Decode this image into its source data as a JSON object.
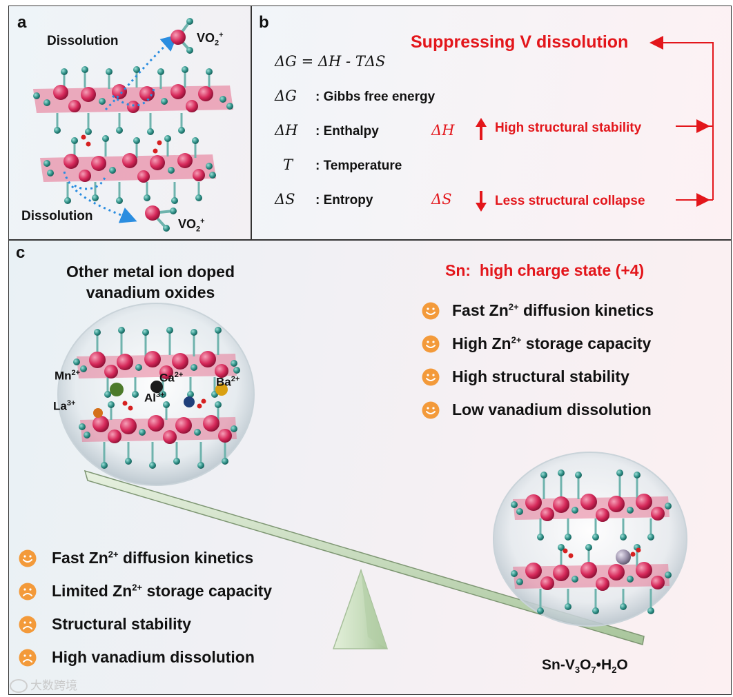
{
  "panel_a": {
    "label": "a",
    "dissolution_top": "Dissolution",
    "dissolution_bottom": "Dissolution",
    "species_top": "VO",
    "species_bottom": "VO",
    "species_sub": "2",
    "species_sup": "+"
  },
  "panel_b": {
    "label": "b",
    "title": "Suppressing V dissolution",
    "equation": "ΔG = ΔH - TΔS",
    "rows": [
      {
        "symbol": "ΔG",
        "desc": ": Gibbs free energy"
      },
      {
        "symbol": "ΔH",
        "desc": ": Enthalpy"
      },
      {
        "symbol": "T",
        "desc": ": Temperature"
      },
      {
        "symbol": "ΔS",
        "desc": ": Entropy"
      }
    ],
    "effect_h_symbol": "ΔH",
    "effect_h_text": "High structural stability",
    "effect_s_symbol": "ΔS",
    "effect_s_text": "Less structural collapse"
  },
  "panel_c": {
    "label": "c",
    "left_title_line1": "Other metal ion doped",
    "left_title_line2": "vanadium oxides",
    "ions": {
      "mn": "Mn",
      "mn_charge": "2+",
      "ca": "Ca",
      "ca_charge": "2+",
      "ba": "Ba",
      "ba_charge": "2+",
      "la": "La",
      "la_charge": "3+",
      "al": "Al",
      "al_charge": "3+"
    },
    "sn_heading": "Sn:  high charge state (+4)",
    "sn_items": [
      {
        "pre": "Fast Zn",
        "sup": "2+",
        "post": " diffusion kinetics",
        "face": "smile"
      },
      {
        "pre": "High Zn",
        "sup": "2+",
        "post": " storage capacity",
        "face": "smile"
      },
      {
        "pre": "High structural stability",
        "sup": "",
        "post": "",
        "face": "smile"
      },
      {
        "pre": "Low vanadium dissolution",
        "sup": "",
        "post": "",
        "face": "smile"
      }
    ],
    "other_items": [
      {
        "pre": "Fast Zn",
        "sup": "2+",
        "post": " diffusion kinetics",
        "face": "smile"
      },
      {
        "pre": "Limited Zn",
        "sup": "2+",
        "post": " storage capacity",
        "face": "frown"
      },
      {
        "pre": "Structural stability",
        "sup": "",
        "post": "",
        "face": "frown"
      },
      {
        "pre": "High vanadium dissolution",
        "sup": "",
        "post": "",
        "face": "frown"
      }
    ],
    "sn_label": {
      "a": "Sn-V",
      "a_sub": "3",
      "b": "O",
      "b_sub": "7",
      "c": "•H",
      "c_sub": "2",
      "d": "O"
    }
  },
  "watermark": "大数跨境",
  "colors": {
    "red": "#e3161b",
    "vanadium": "#d6295a",
    "oxygen": "#2e8f86",
    "face": "#f39a3a",
    "beam": "#c9dcc0",
    "arrow_blue": "#2a8de0"
  }
}
